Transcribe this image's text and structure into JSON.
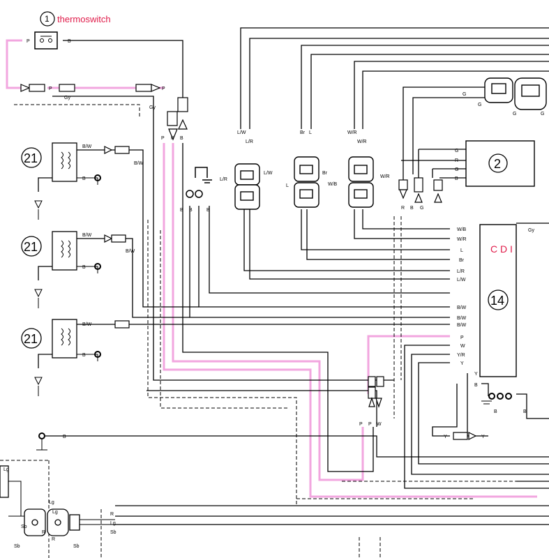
{
  "colors": {
    "highlight": "#f2a6df",
    "accent_text": "#e01c4a",
    "ink": "#000000"
  },
  "components": {
    "thermoswitch": {
      "number": "1",
      "label": "thermoswitch"
    },
    "unit2": {
      "number": "2"
    },
    "cdi": {
      "label": "C D I",
      "number": "14"
    },
    "pickup_coil_number": "21"
  },
  "wires": {
    "P": "P",
    "B": "B",
    "Gy": "Gy",
    "G": "G",
    "R": "R",
    "W": "W",
    "BW": "B/W",
    "LW": "L/W",
    "LR": "L/R",
    "Br": "Br",
    "L": "L",
    "WR": "W/R",
    "WB": "W/B",
    "YR": "Y/R",
    "Y": "Y",
    "Lg": "Lg",
    "Sb": "Sb"
  }
}
